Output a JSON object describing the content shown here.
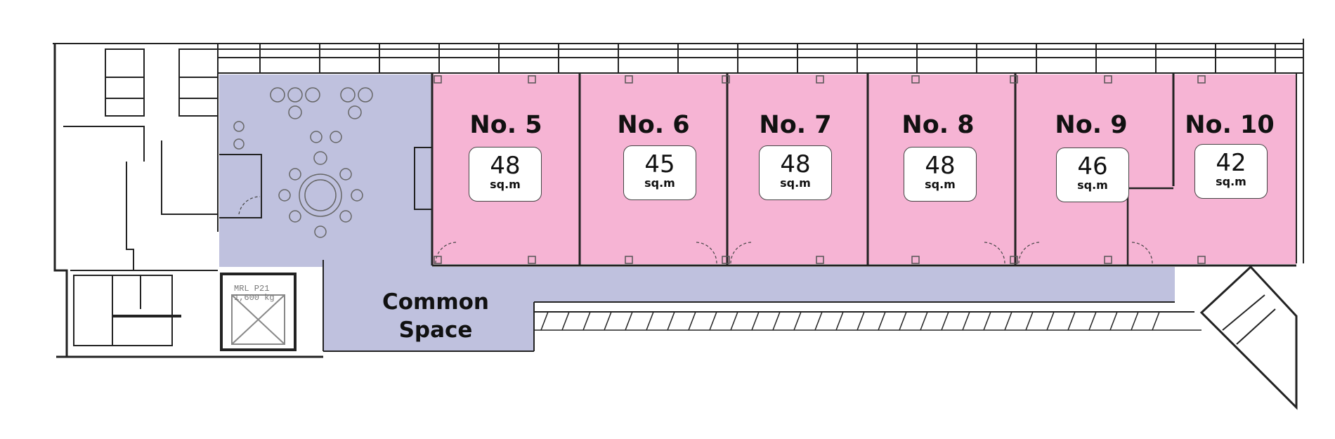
{
  "plan": {
    "units": [
      {
        "name": "No. 5",
        "area": "48",
        "unit": "sq.m"
      },
      {
        "name": "No. 6",
        "area": "45",
        "unit": "sq.m"
      },
      {
        "name": "No. 7",
        "area": "48",
        "unit": "sq.m"
      },
      {
        "name": "No. 8",
        "area": "48",
        "unit": "sq.m"
      },
      {
        "name": "No. 9",
        "area": "46",
        "unit": "sq.m"
      },
      {
        "name": "No. 10",
        "area": "42",
        "unit": "sq.m"
      }
    ],
    "common_space": {
      "line1": "Common",
      "line2": "Space"
    },
    "lift": {
      "line1": "MRL P21",
      "line2": "1,600 kg"
    },
    "colors": {
      "unit_fill": "#f6b4d4",
      "common_fill": "#bfc1de",
      "wall": "#222222"
    }
  }
}
